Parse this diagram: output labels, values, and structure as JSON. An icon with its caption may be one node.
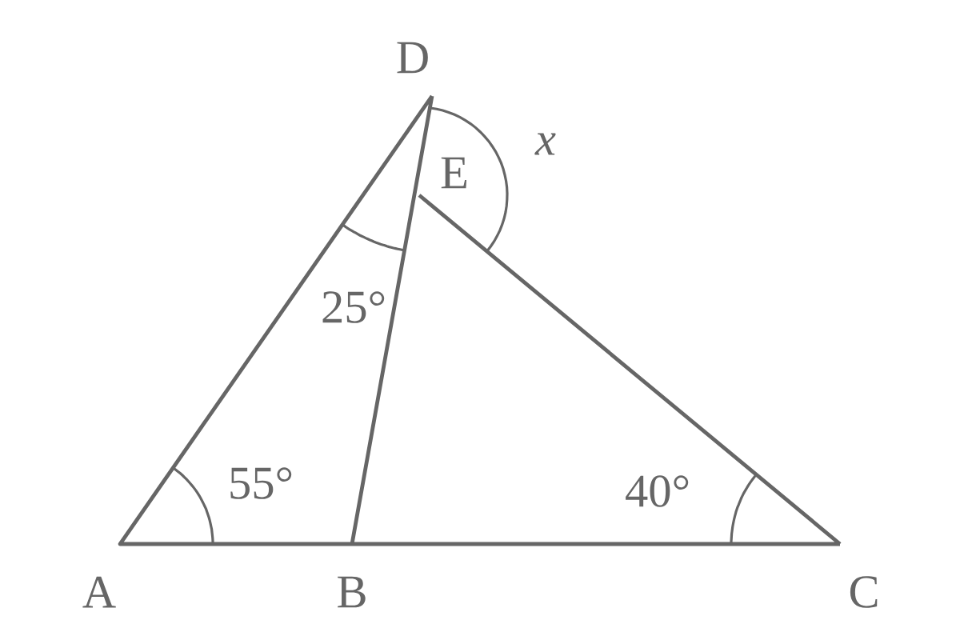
{
  "diagram": {
    "labels": [
      "D",
      "x",
      "E",
      "25°",
      "55°",
      "40°",
      "A",
      "B",
      "C"
    ]
  }
}
